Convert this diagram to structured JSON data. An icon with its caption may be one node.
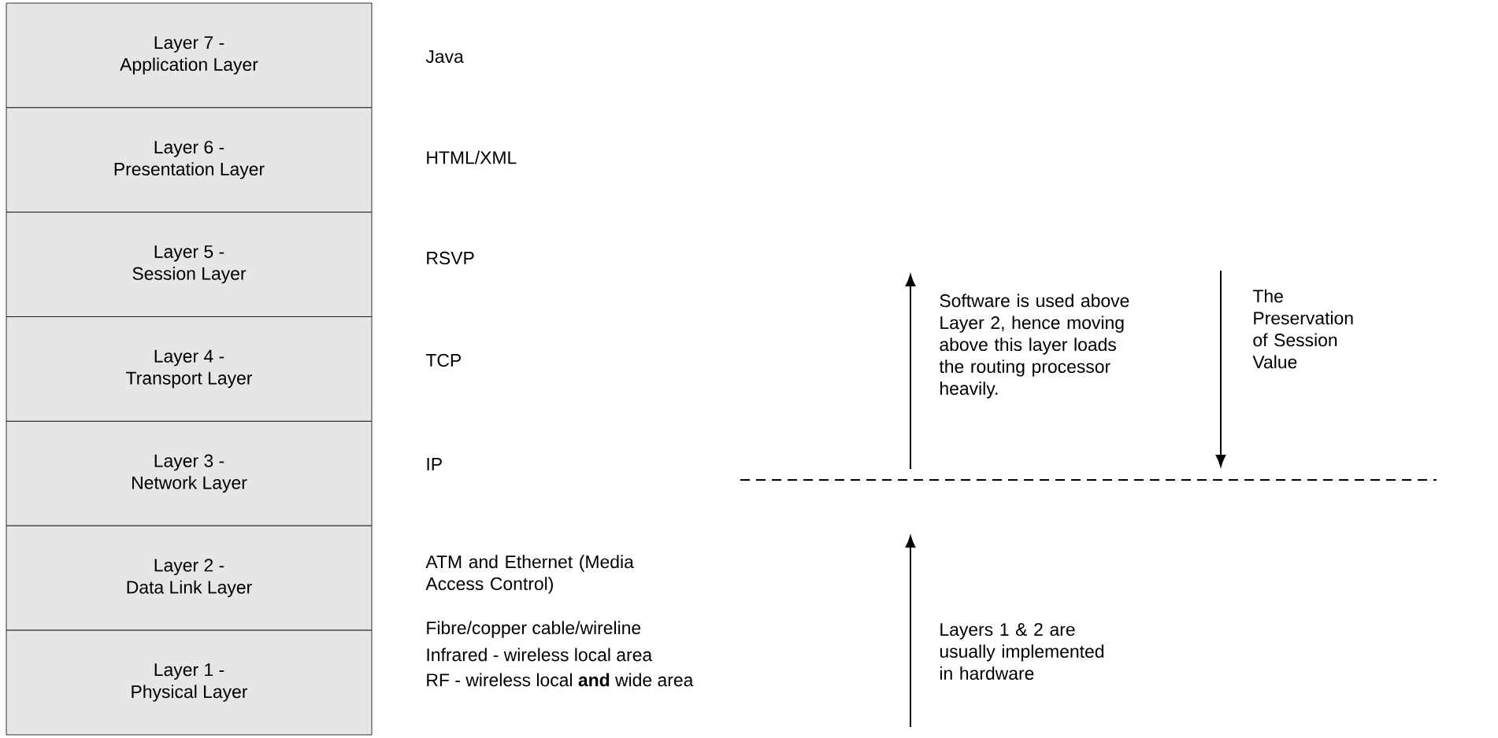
{
  "diagram": {
    "nodes": [
      {
        "text": [
          "Layer 7 -",
          "Application Layer"
        ]
      },
      {
        "text": [
          "Layer 6 -",
          "Presentation Layer"
        ]
      },
      {
        "text": [
          "Layer 5 -",
          "Session Layer"
        ]
      },
      {
        "text": [
          "Layer 4 -",
          "Transport Layer"
        ]
      },
      {
        "text": [
          "Layer 3 -",
          "Network Layer"
        ]
      },
      {
        "text": [
          "Layer 2 -",
          "Data Link Layer"
        ]
      },
      {
        "text": [
          "Layer 1 -",
          "Physical Layer"
        ]
      }
    ],
    "labels": [
      "Java",
      "HTML/XML",
      "RSVP",
      "TCP",
      "IP",
      "ATM and Ethernet (Media Access Control)",
      "Fibre/copper cable/wireline",
      "Infrared - wireless local area",
      "RF - wireless local **and** wide area",
      "Software is used above Layer 2, hence moving above this layer loads the routing processor heavily.",
      "The Preservation of Session Value",
      "Layers 1 & 2 are usually implemented in hardware"
    ]
  }
}
